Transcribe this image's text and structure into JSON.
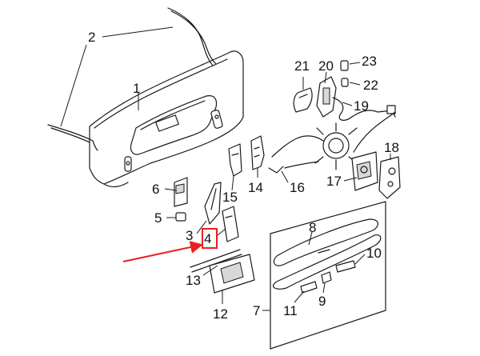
{
  "diagram": {
    "part_labels": {
      "p1": "1",
      "p2": "2",
      "p3": "3",
      "p4": "4",
      "p5": "5",
      "p6": "6",
      "p7": "7",
      "p8": "8",
      "p9": "9",
      "p10": "10",
      "p11": "11",
      "p12": "12",
      "p13": "13",
      "p14": "14",
      "p15": "15",
      "p16": "16",
      "p17": "17",
      "p18": "18",
      "p19": "19",
      "p20": "20",
      "p21": "21",
      "p22": "22",
      "p23": "23"
    },
    "highlight": {
      "label": "p4",
      "box_color": "#e8201e",
      "arrow_color": "#e8201e"
    }
  }
}
